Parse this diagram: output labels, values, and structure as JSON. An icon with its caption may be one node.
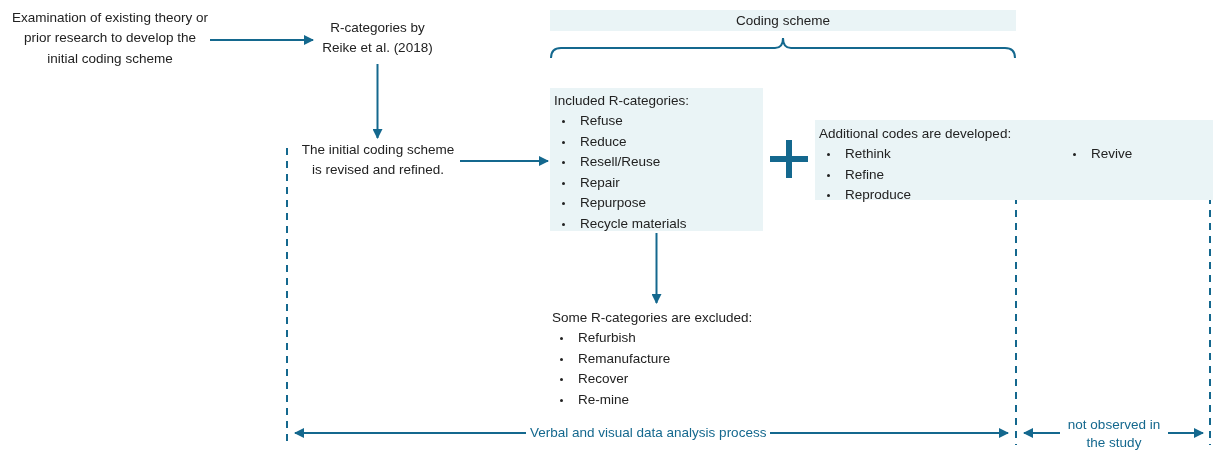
{
  "diagram": {
    "nodes": [
      {
        "text": [
          "Examination of existing theory or prior research to develop the initial coding scheme"
        ]
      },
      {
        "text": [
          "R-categories by Reike et al. (2018)"
        ]
      },
      {
        "text": [
          "The initial coding scheme is revised and refined."
        ]
      },
      {
        "text": [
          "Coding scheme"
        ]
      },
      {
        "text": [
          "Included R-categories:",
          "Refuse",
          "Reduce",
          "Resell/Reuse",
          "Repair",
          "Repurpose",
          "Recycle materials"
        ]
      },
      {
        "text": [
          "Additional codes are developed:",
          "Rethink",
          "Refine",
          "Reproduce",
          "Revive"
        ]
      },
      {
        "text": [
          "Some R-categories are excluded:",
          "Refurbish",
          "Remanufacture",
          "Recover",
          "Re-mine"
        ]
      }
    ],
    "edges": [
      {
        "from": 0,
        "to": 1,
        "arrow": "to"
      },
      {
        "from": 1,
        "to": 2,
        "arrow": "to"
      },
      {
        "from": 2,
        "to": 4,
        "arrow": "to"
      },
      {
        "from": 4,
        "to": 6,
        "arrow": "to"
      }
    ],
    "labels": [
      "Verbal and visual data analysis process",
      "not observed in the study"
    ]
  }
}
